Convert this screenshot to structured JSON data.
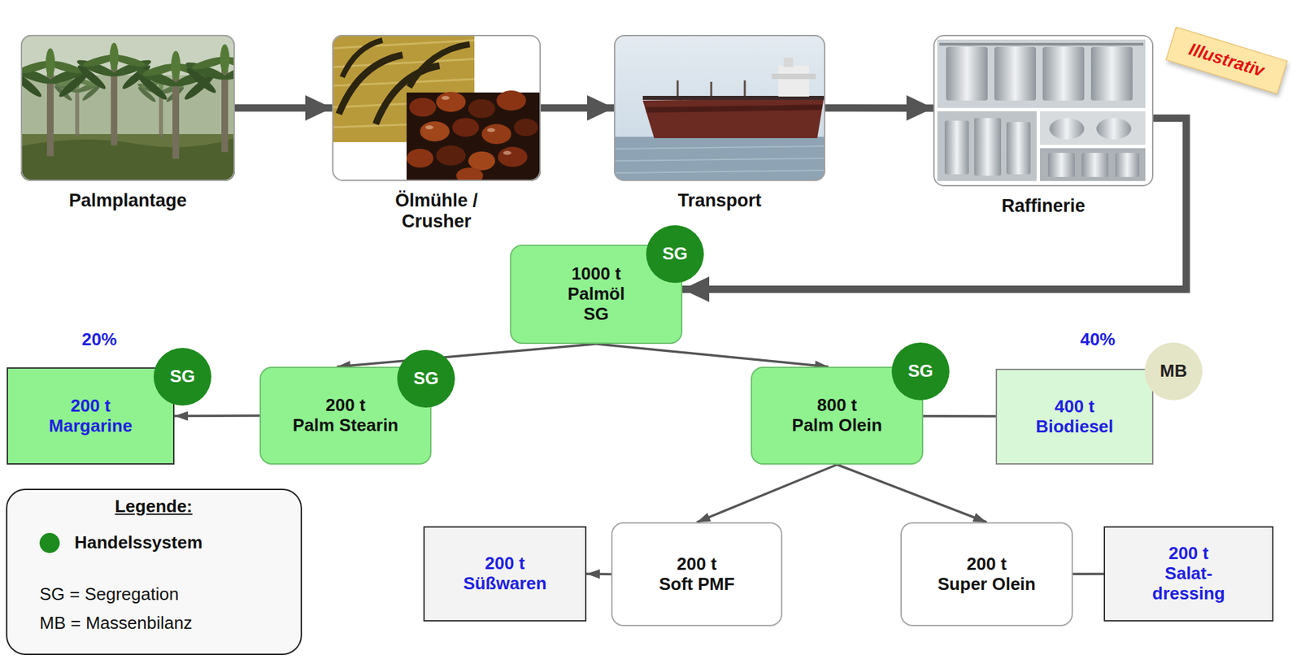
{
  "diagram": {
    "nodes": [
      {
        "text": [
          "Palmplantage"
        ]
      },
      {
        "text": [
          "Ölmühle / Crusher"
        ]
      },
      {
        "text": [
          "Transport"
        ]
      },
      {
        "text": [
          "Raffinerie"
        ]
      },
      {
        "text": [
          "1000 t Palmöl SG"
        ]
      },
      {
        "text": [
          "SG"
        ],
        "in": 4
      },
      {
        "text": [
          "200 t",
          "Margarine"
        ]
      },
      {
        "text": [
          "SG"
        ],
        "in": 6
      },
      {
        "text": [
          "200 t",
          "Palm Stearin"
        ]
      },
      {
        "text": [
          "SG"
        ],
        "in": 8
      },
      {
        "text": [
          "800 t",
          "Palm Olein"
        ]
      },
      {
        "text": [
          "SG"
        ],
        "in": 10
      },
      {
        "text": [
          "400 t",
          "Biodiesel"
        ]
      },
      {
        "text": [
          "MB"
        ],
        "in": 12
      },
      {
        "text": [
          "200 t",
          "Süßwaren"
        ]
      },
      {
        "text": [
          "200 t",
          "Soft PMF"
        ]
      },
      {
        "text": [
          "200 t",
          "Super Olein"
        ]
      },
      {
        "text": [
          "200 t",
          "Salat- dressing"
        ]
      }
    ],
    "edges": [
      {
        "from": 0,
        "to": 1,
        "arrow": "to"
      },
      {
        "from": 1,
        "to": 2,
        "arrow": "to"
      },
      {
        "from": 2,
        "to": 3,
        "arrow": "to"
      },
      {
        "from": 3,
        "to": 4,
        "arrow": "to"
      },
      {
        "from": 4,
        "to": 8,
        "arrow": "to"
      },
      {
        "from": 4,
        "to": 10,
        "arrow": "to"
      },
      {
        "from": 8,
        "to": 6,
        "arrow": "to"
      },
      {
        "from": 10,
        "to": 12,
        "arrow": "to"
      },
      {
        "from": 10,
        "to": 15,
        "arrow": "to"
      },
      {
        "from": 10,
        "to": 16,
        "arrow": "to"
      },
      {
        "from": 15,
        "to": 14,
        "arrow": "to"
      },
      {
        "from": 16,
        "to": 17,
        "arrow": "to"
      }
    ],
    "labels": [
      "20%",
      "40%",
      "Legende:",
      "Illustrativ"
    ],
    "legend": [
      {
        "text": "Handelssystem",
        "color": "#1e8b1e"
      },
      {
        "text": "SG = Segregation"
      },
      {
        "text": "MB = Massenbilanz"
      }
    ]
  }
}
